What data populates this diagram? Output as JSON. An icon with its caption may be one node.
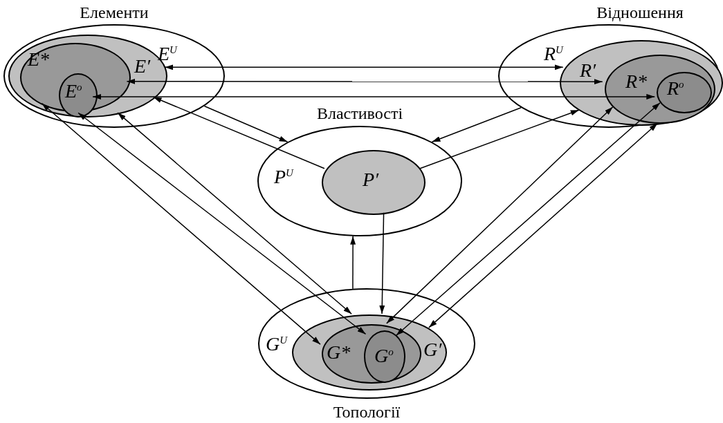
{
  "diagram": {
    "nodes": [
      {
        "text": [
          "Елементи",
          "E$^{U}$"
        ]
      },
      {
        "text": [
          "E′"
        ],
        "in": 0
      },
      {
        "text": [
          "E*"
        ],
        "in": 1
      },
      {
        "text": [
          "E$^{o}$"
        ],
        "in": 2
      },
      {
        "text": [
          "Відношення",
          "R$^{U}$"
        ]
      },
      {
        "text": [
          "R′"
        ],
        "in": 4
      },
      {
        "text": [
          "R*"
        ],
        "in": 5
      },
      {
        "text": [
          "R$^{o}$"
        ],
        "in": 6
      },
      {
        "text": [
          "Властивості",
          "P$^{U}$"
        ]
      },
      {
        "text": [
          "P′"
        ],
        "in": 8
      },
      {
        "text": [
          "Топології",
          "G$^{U}$"
        ]
      },
      {
        "text": [
          "G′"
        ],
        "in": 10
      },
      {
        "text": [
          "G*"
        ],
        "in": 11
      },
      {
        "text": [
          "G$^{o}$"
        ],
        "in": 12
      }
    ],
    "edges": [
      {
        "from": 1,
        "to": 5,
        "arrow": "both"
      },
      {
        "from": 2,
        "to": 6,
        "arrow": "both"
      },
      {
        "from": 3,
        "to": 7,
        "arrow": "both"
      },
      {
        "from": 0,
        "to": 8,
        "arrow": "to"
      },
      {
        "from": 9,
        "to": 1,
        "arrow": "to"
      },
      {
        "from": 4,
        "to": 8,
        "arrow": "to"
      },
      {
        "from": 9,
        "to": 5,
        "arrow": "to"
      },
      {
        "from": 10,
        "to": 8,
        "arrow": "to"
      },
      {
        "from": 9,
        "to": 11,
        "arrow": "to"
      },
      {
        "from": 2,
        "to": 12,
        "arrow": "both"
      },
      {
        "from": 3,
        "to": 13,
        "arrow": "both"
      },
      {
        "from": 1,
        "to": 11,
        "arrow": "both"
      },
      {
        "from": 6,
        "to": 12,
        "arrow": "both"
      },
      {
        "from": 7,
        "to": 13,
        "arrow": "both"
      },
      {
        "from": 5,
        "to": 11,
        "arrow": "both"
      }
    ]
  }
}
